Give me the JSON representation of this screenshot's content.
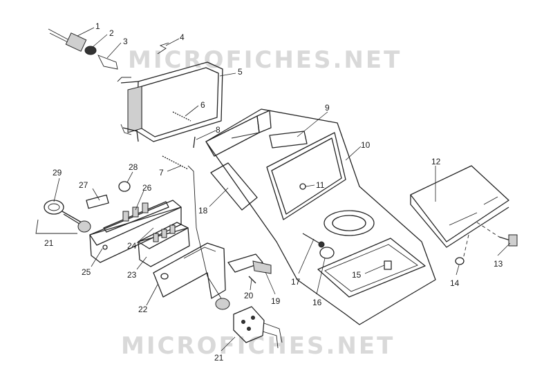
{
  "watermark": {
    "top": "MICROFICHES.NET",
    "bottom": "MICROFICHES.NET"
  },
  "callouts": {
    "c1": "1",
    "c2": "2",
    "c3": "3",
    "c4": "4",
    "c5": "5",
    "c6": "6",
    "c7": "7",
    "c8": "8",
    "c9": "9",
    "c10": "10",
    "c11": "11",
    "c12": "12",
    "c13": "13",
    "c14": "14",
    "c15": "15",
    "c16": "16",
    "c17": "17",
    "c18": "18",
    "c19": "19",
    "c20": "20",
    "c21a": "21",
    "c21b": "21",
    "c22": "22",
    "c23": "23",
    "c24": "24",
    "c25": "25",
    "c26": "26",
    "c27": "27",
    "c28": "28",
    "c29": "29"
  }
}
